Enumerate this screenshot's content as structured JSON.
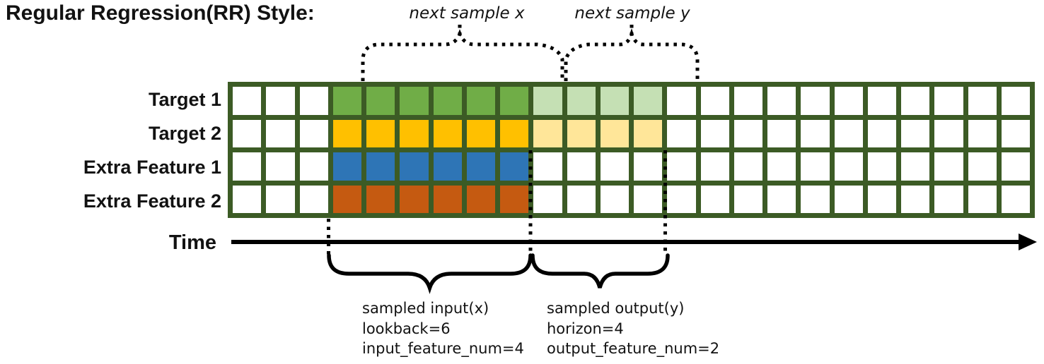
{
  "title": "Regular Regression(RR) Style:",
  "labels": {
    "next_sample_x": "next sample x",
    "next_sample_y": "next sample y",
    "time": "Time"
  },
  "notes": {
    "input": [
      "sampled input(x)",
      "lookback=6",
      "input_feature_num=4"
    ],
    "output": [
      "sampled output(y)",
      "horizon=4",
      "output_feature_num=2"
    ]
  },
  "grid": {
    "columns": 24,
    "colors": {
      "border": "#3C5B25",
      "empty": "#FFFFFF"
    },
    "rows": [
      {
        "label": "Target 1",
        "input": {
          "start": 3,
          "length": 6,
          "color": "#70AD47"
        },
        "output": {
          "start": 9,
          "length": 4,
          "color": "#C5E0B4"
        }
      },
      {
        "label": "Target 2",
        "input": {
          "start": 3,
          "length": 6,
          "color": "#FFC000"
        },
        "output": {
          "start": 9,
          "length": 4,
          "color": "#FFE699"
        }
      },
      {
        "label": "Extra Feature 1",
        "input": {
          "start": 3,
          "length": 6,
          "color": "#2E75B6"
        },
        "output": null
      },
      {
        "label": "Extra Feature 2",
        "input": {
          "start": 3,
          "length": 6,
          "color": "#C55A11"
        },
        "output": null
      }
    ]
  }
}
